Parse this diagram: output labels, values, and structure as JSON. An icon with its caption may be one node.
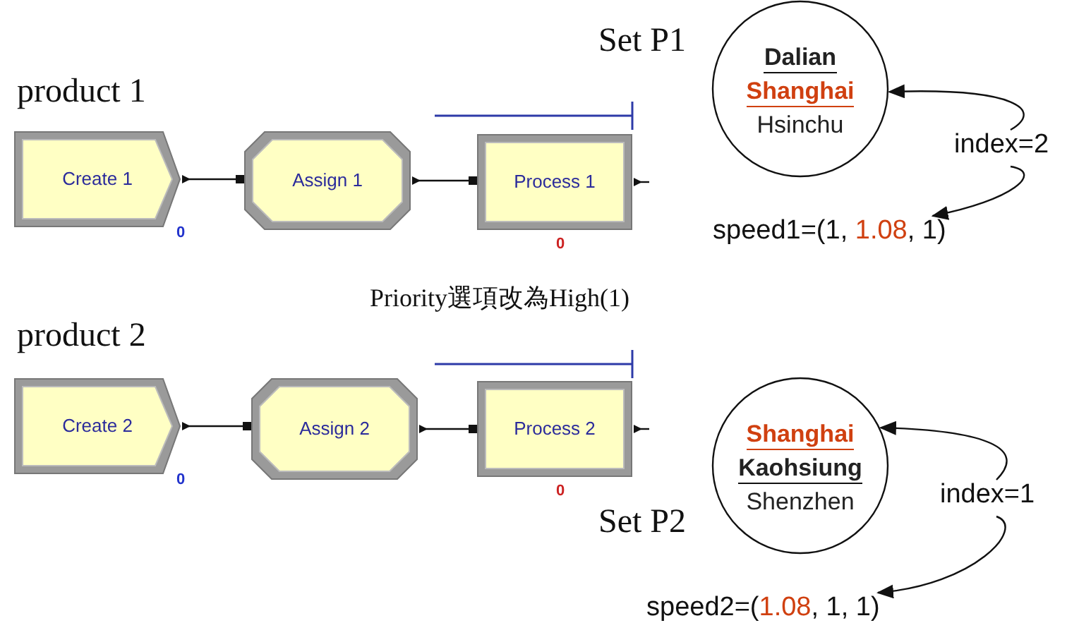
{
  "diagram": {
    "nodes": [
      {
        "text": [
          "Create 1"
        ],
        "beside": [
          "0"
        ]
      },
      {
        "text": [
          "Assign 1"
        ]
      },
      {
        "text": [
          "Process 1"
        ],
        "beside": [
          "0"
        ]
      },
      {
        "text": [
          "Dalian",
          "Shanghai",
          "Hsinchu"
        ],
        "beside": [
          "Set P1"
        ]
      },
      {
        "text": [
          "index=2"
        ]
      },
      {
        "text": [
          "speed1=(1, **1.08**, 1)"
        ]
      },
      {
        "text": [
          "Create 2"
        ],
        "beside": [
          "0"
        ]
      },
      {
        "text": [
          "Assign 2"
        ]
      },
      {
        "text": [
          "Process 2"
        ],
        "beside": [
          "0"
        ]
      },
      {
        "text": [
          "Shanghai",
          "Kaohsiung",
          "Shenzhen"
        ],
        "beside": [
          "Set P2"
        ]
      },
      {
        "text": [
          "index=1"
        ]
      },
      {
        "text": [
          "speed2=(**1.08**, 1, 1)"
        ]
      }
    ],
    "edges": [
      {
        "from": 0,
        "to": 1,
        "arrow": "other"
      },
      {
        "from": 1,
        "to": 2,
        "arrow": "other"
      },
      {
        "from": 2,
        "to": null,
        "arrow": "other"
      },
      {
        "from": 4,
        "to": 3,
        "arrow": "to"
      },
      {
        "from": 4,
        "to": 5,
        "arrow": "to"
      },
      {
        "from": 6,
        "to": 7,
        "arrow": "other"
      },
      {
        "from": 7,
        "to": 8,
        "arrow": "other"
      },
      {
        "from": 8,
        "to": null,
        "arrow": "other"
      },
      {
        "from": 10,
        "to": 9,
        "arrow": "to"
      },
      {
        "from": 10,
        "to": 11,
        "arrow": "to"
      }
    ],
    "labels": [
      "product 1",
      "Priority選項改為High(1)",
      "product 2"
    ]
  }
}
